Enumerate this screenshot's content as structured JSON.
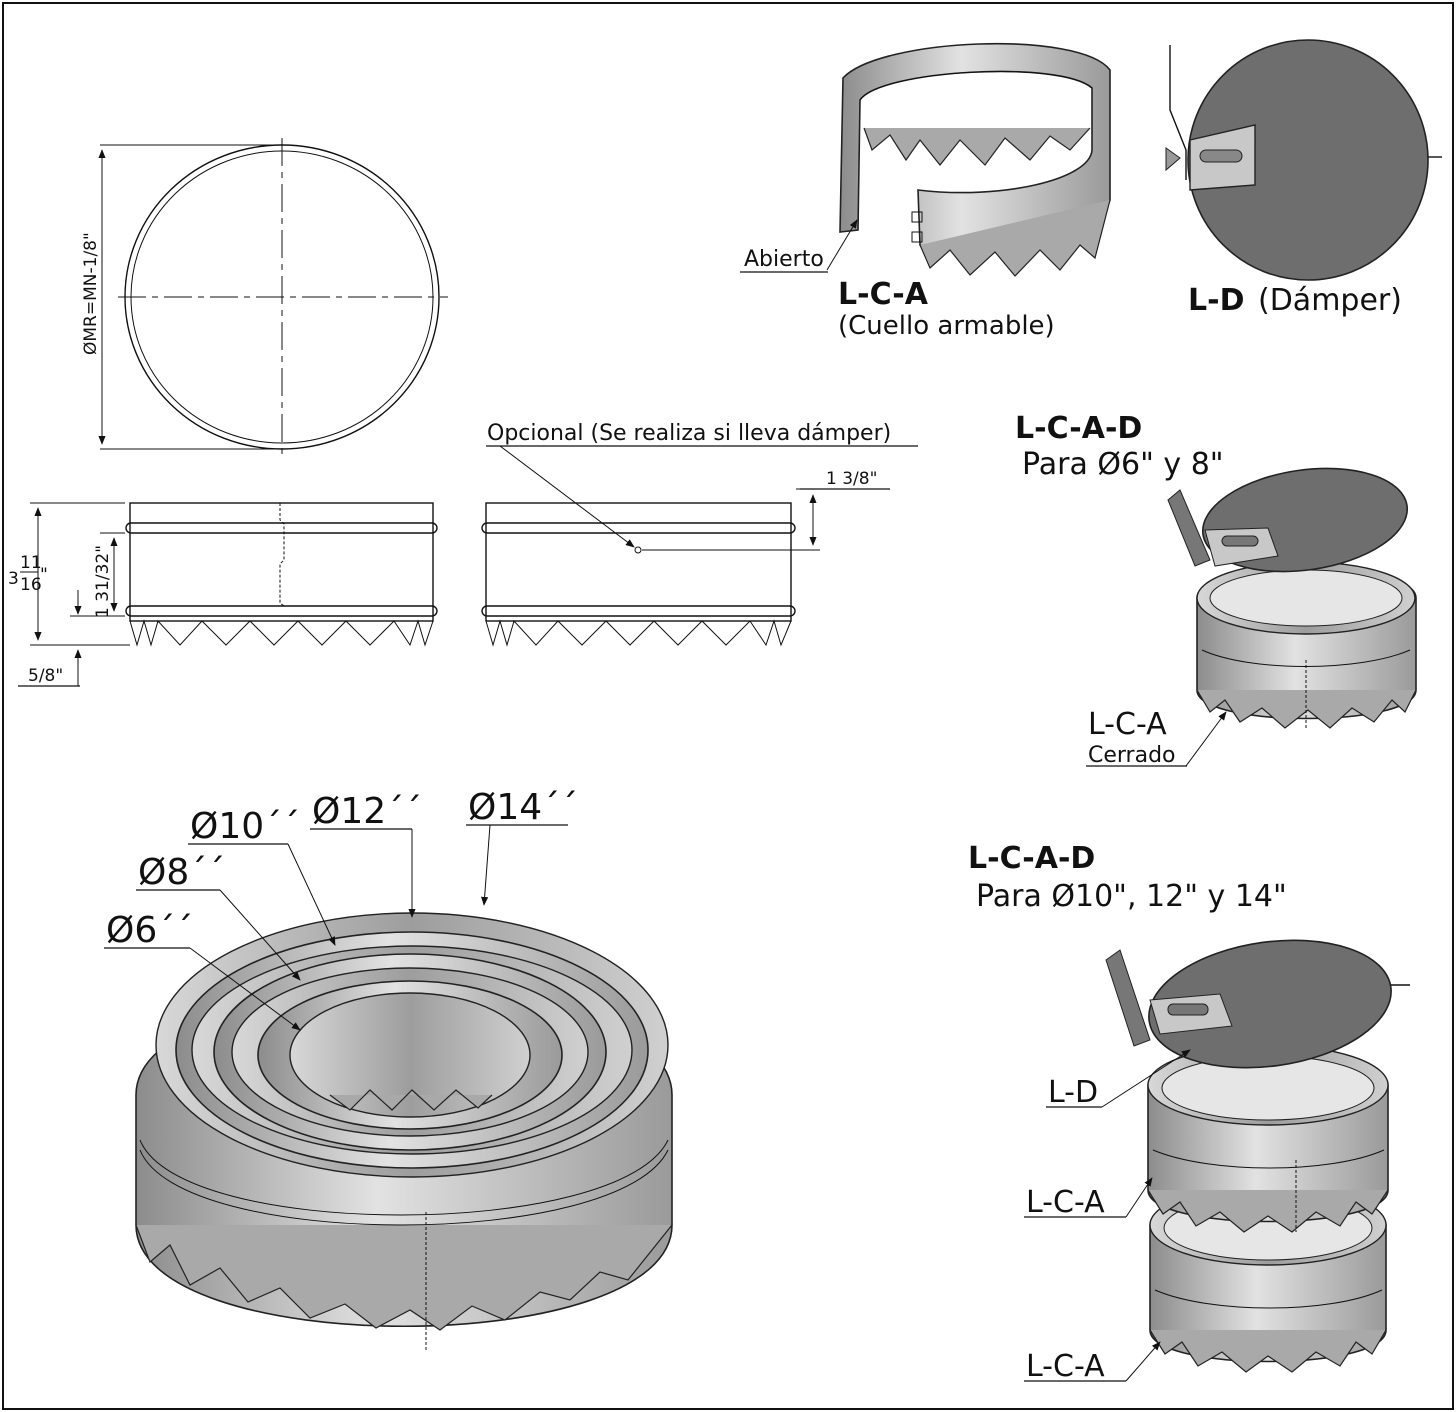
{
  "labels": {
    "diameter_formula": "ØMR=MN-1/8\"",
    "optional_note": "Opcional (Se realiza si lleva dámper)",
    "dim_1_3_8": "1 3/8\"",
    "dim_1_31_32": "1 31/32\"",
    "dim_3_whole": "3",
    "dim_3_num": "11",
    "dim_3_den": "16",
    "dim_3_unit": "\"",
    "dim_5_8": "5/8\"",
    "abierto": "Abierto",
    "lca_title": "L-C-A",
    "lca_sub": "(Cuello armable)",
    "ld_title": "L-D",
    "ld_sub": "(Dámper)",
    "lcad1_title": "L-C-A-D",
    "lcad1_sub": "Para Ø6\" y 8\"",
    "lca_closed": "L-C-A",
    "cerrado": "Cerrado",
    "lcad2_title": "L-C-A-D",
    "lcad2_sub": "Para Ø10\", 12\" y 14\"",
    "ld_leader": "L-D",
    "lca_leader_1": "L-C-A",
    "lca_leader_2": "L-C-A",
    "d6": "Ø6´´",
    "d8": "Ø8´´",
    "d10": "Ø10´´",
    "d12": "Ø12´´",
    "d14": "Ø14´´"
  },
  "colors": {
    "line": "#111111",
    "metal_light": "#e2e2e2",
    "metal_dark": "#8c8c8c",
    "damper": "#6e6e6e"
  }
}
